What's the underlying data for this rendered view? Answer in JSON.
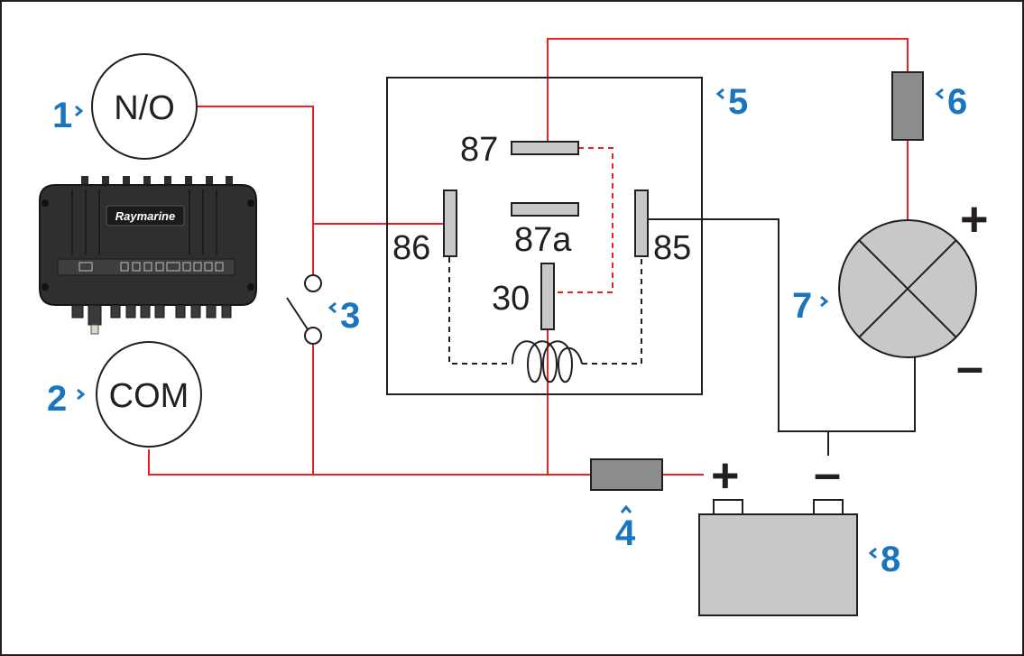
{
  "diagram": {
    "relay": {
      "pins": {
        "p87": "87",
        "p87a": "87a",
        "p86": "86",
        "p85": "85",
        "p30": "30"
      }
    },
    "terminals": {
      "no": "N/O",
      "com": "COM"
    },
    "device": {
      "brand": "Raymarine"
    },
    "callouts": {
      "c1": "1",
      "c2": "2",
      "c3": "3",
      "c4": "4",
      "c5": "5",
      "c6": "6",
      "c7": "7",
      "c8": "8"
    },
    "signs": {
      "lamp_plus": "+",
      "lamp_minus": "–",
      "battery_plus": "+",
      "battery_minus": "–"
    },
    "colors": {
      "power_wire": "#e8202a",
      "ground_wire": "#231f20",
      "callout": "#1a75bc",
      "component_fill": "#c8c8c8",
      "fuse_fill": "#8c8c8c"
    }
  }
}
